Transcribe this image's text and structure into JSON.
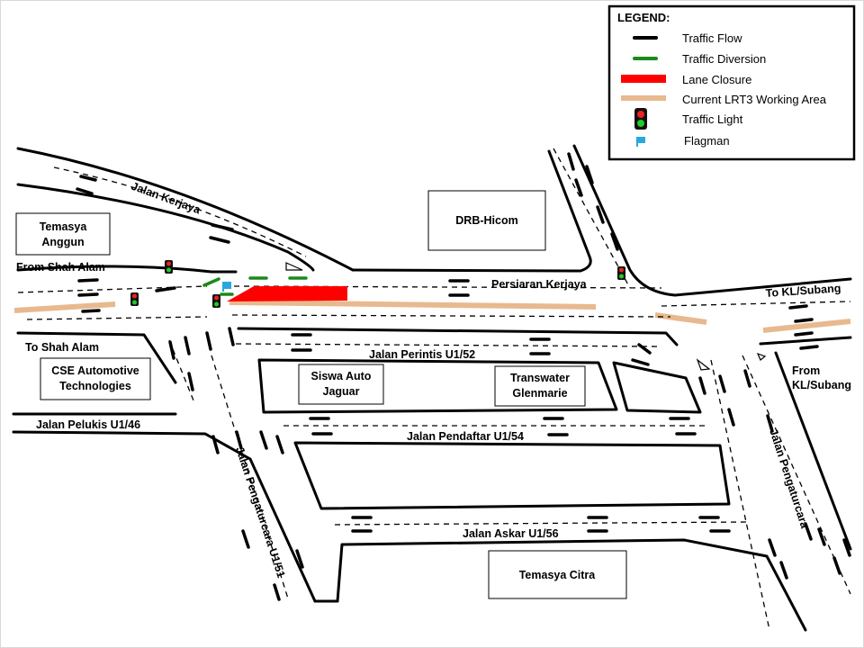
{
  "legend": {
    "title": "LEGEND:",
    "items": [
      {
        "key": "traffic_flow",
        "label": "Traffic Flow",
        "color": "#000000"
      },
      {
        "key": "traffic_diversion",
        "label": "Traffic Diversion",
        "color": "#1a8a1a"
      },
      {
        "key": "lane_closure",
        "label": "Lane Closure",
        "color": "#ff0000"
      },
      {
        "key": "lrt3_working_area",
        "label": "Current  LRT3 Working  Area",
        "color": "#e8b98f"
      },
      {
        "key": "traffic_light",
        "label": "Traffic Light",
        "color": "#000000"
      },
      {
        "key": "flagman",
        "label": "Flagman",
        "color": "#29a8e0"
      }
    ]
  },
  "roads": {
    "jalan_kerjaya": "Jalan Kerjaya",
    "persiaran_kerjaya": "Persiaran Kerjaya",
    "jalan_perintis": "Jalan Perintis U1/52",
    "jalan_pendaftar": "Jalan Pendaftar U1/54",
    "jalan_askar": "Jalan Askar U1/56",
    "jalan_pelukis": "Jalan Pelukis U1/46",
    "jalan_pengaturcara_u151": "Jalan Pengaturcara U1/51",
    "jalan_pengaturcara": "Jalan Pengaturcara"
  },
  "directions": {
    "from_shah_alam": "From Shah Alam",
    "to_shah_alam": "To Shah Alam",
    "to_kl_subang": "To KL/Subang",
    "from_kl_subang_1": "From",
    "from_kl_subang_2": "KL/Subang"
  },
  "places": {
    "temasya_anggun_1": "Temasya",
    "temasya_anggun_2": "Anggun",
    "drb_hicom": "DRB-Hicom",
    "cse_1": "CSE Automotive",
    "cse_2": "Technologies",
    "siswa_1": "Siswa Auto",
    "siswa_2": "Jaguar",
    "transwater_1": "Transwater",
    "transwater_2": "Glenmarie",
    "temasya_citra": "Temasya Citra"
  }
}
